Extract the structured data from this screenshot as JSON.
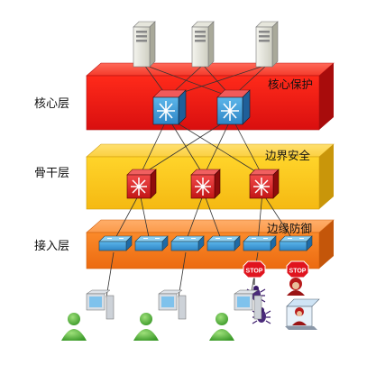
{
  "layers": [
    {
      "label": "核心层",
      "title": "核心保护",
      "color": "#f01a1a"
    },
    {
      "label": "骨干层",
      "title": "边界安全",
      "color": "#f7c51c"
    },
    {
      "label": "接入层",
      "title": "边缘防御",
      "color": "#f77a1c"
    }
  ],
  "stop_labels": [
    "STOP",
    "STOP"
  ],
  "icons": {
    "server": "server-icon",
    "core_switch": "core-switch-icon",
    "backbone_switch": "backbone-switch-icon",
    "access_switch": "access-switch-icon",
    "user": "user-workstation-icon",
    "bug": "bug-icon",
    "hacker": "hacker-icon"
  }
}
